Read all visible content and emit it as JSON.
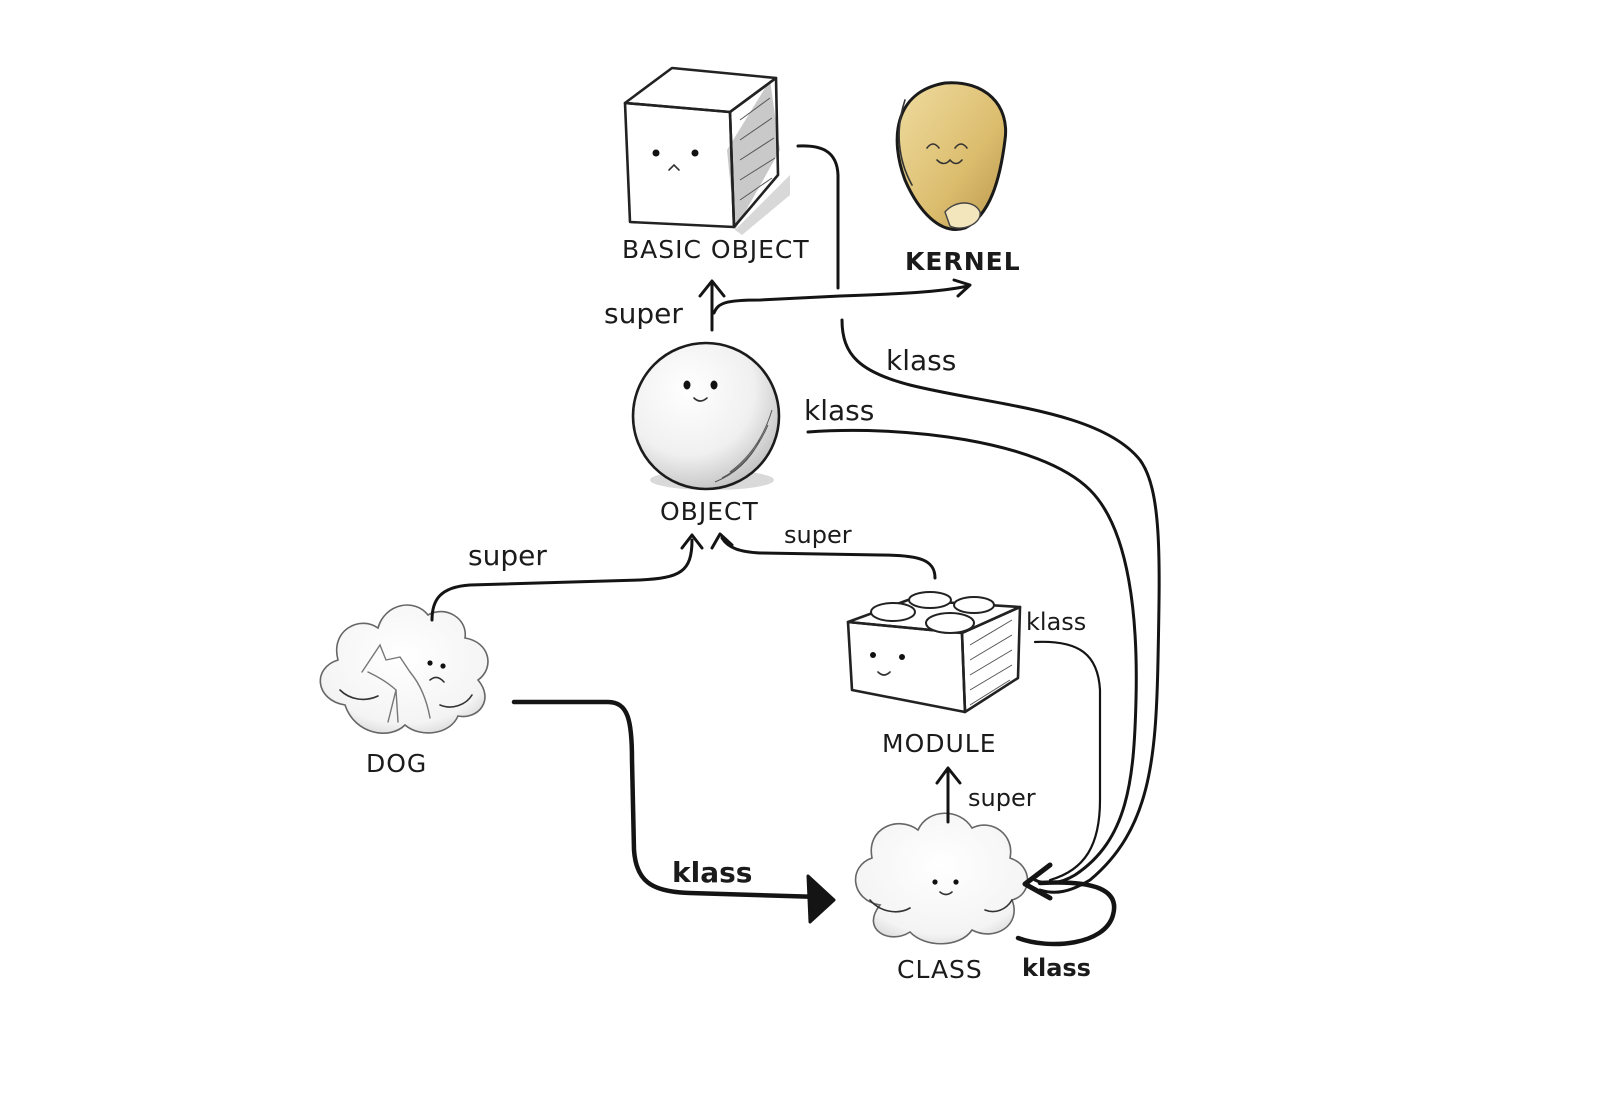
{
  "nodes": {
    "basic_object": "BASIC OBJECT",
    "kernel": "KERNEL",
    "object": "OBJECT",
    "module": "MODULE",
    "dog": "DOG",
    "class": "CLASS"
  },
  "edges": {
    "object_super": "super",
    "object_klass": "klass",
    "basic_object_klass": "klass",
    "dog_super": "super",
    "dog_klass": "klass",
    "module_super": "super",
    "module_klass": "klass",
    "class_super": "super",
    "class_klass": "klass"
  },
  "colors": {
    "ink": "#141414",
    "kernel_fill": "#e2c77e",
    "kernel_shade": "#b8964a"
  },
  "icons": {
    "basic_object": "cube-icon",
    "kernel": "seed-icon",
    "object": "sphere-icon",
    "module": "brick-icon",
    "dog": "dog-cloud-icon",
    "class": "cloud-icon"
  }
}
